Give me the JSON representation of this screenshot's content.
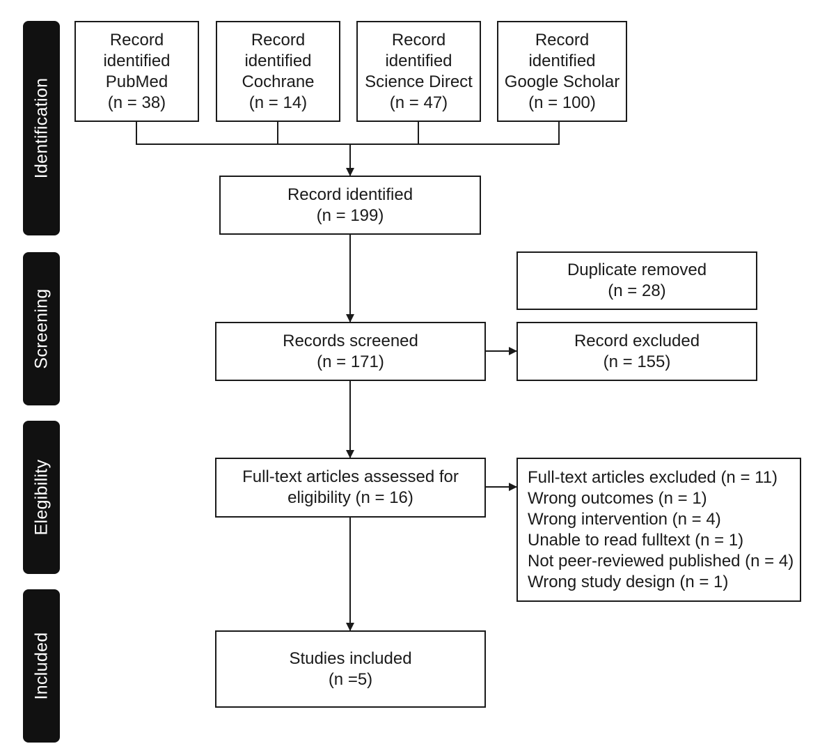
{
  "stages": {
    "identification": "Identification",
    "screening": "Screening",
    "eligibility": "Elegibility",
    "included": "Included"
  },
  "sources": [
    {
      "line1": "Record",
      "line2": "identified",
      "line3": "PubMed",
      "count": "(n = 38)"
    },
    {
      "line1": "Record",
      "line2": "identified",
      "line3": "Cochrane",
      "count": "(n = 14)"
    },
    {
      "line1": "Record",
      "line2": "identified",
      "line3": "Science Direct",
      "count": "(n = 47)"
    },
    {
      "line1": "Record",
      "line2": "identified",
      "line3": "Google Scholar",
      "count": "(n = 100)"
    }
  ],
  "identified": {
    "label": "Record identified",
    "count": "(n = 199)"
  },
  "duplicates": {
    "label": "Duplicate removed",
    "count": "(n = 28)"
  },
  "screened": {
    "label": "Records screened",
    "count": "(n = 171)"
  },
  "excluded": {
    "label": "Record excluded",
    "count": "(n = 155)"
  },
  "fulltext": {
    "line1": "Full-text articles assessed for",
    "line2": "eligibility (n = 16)"
  },
  "fulltext_excluded": {
    "lines": [
      "Full-text articles excluded (n = 11)",
      "Wrong outcomes (n = 1)",
      "Wrong intervention (n = 4)",
      "Unable to read fulltext (n = 1)",
      "Not peer-reviewed published (n = 4)",
      "Wrong study design (n = 1)"
    ]
  },
  "included": {
    "label": "Studies included",
    "count": "(n =5)"
  }
}
